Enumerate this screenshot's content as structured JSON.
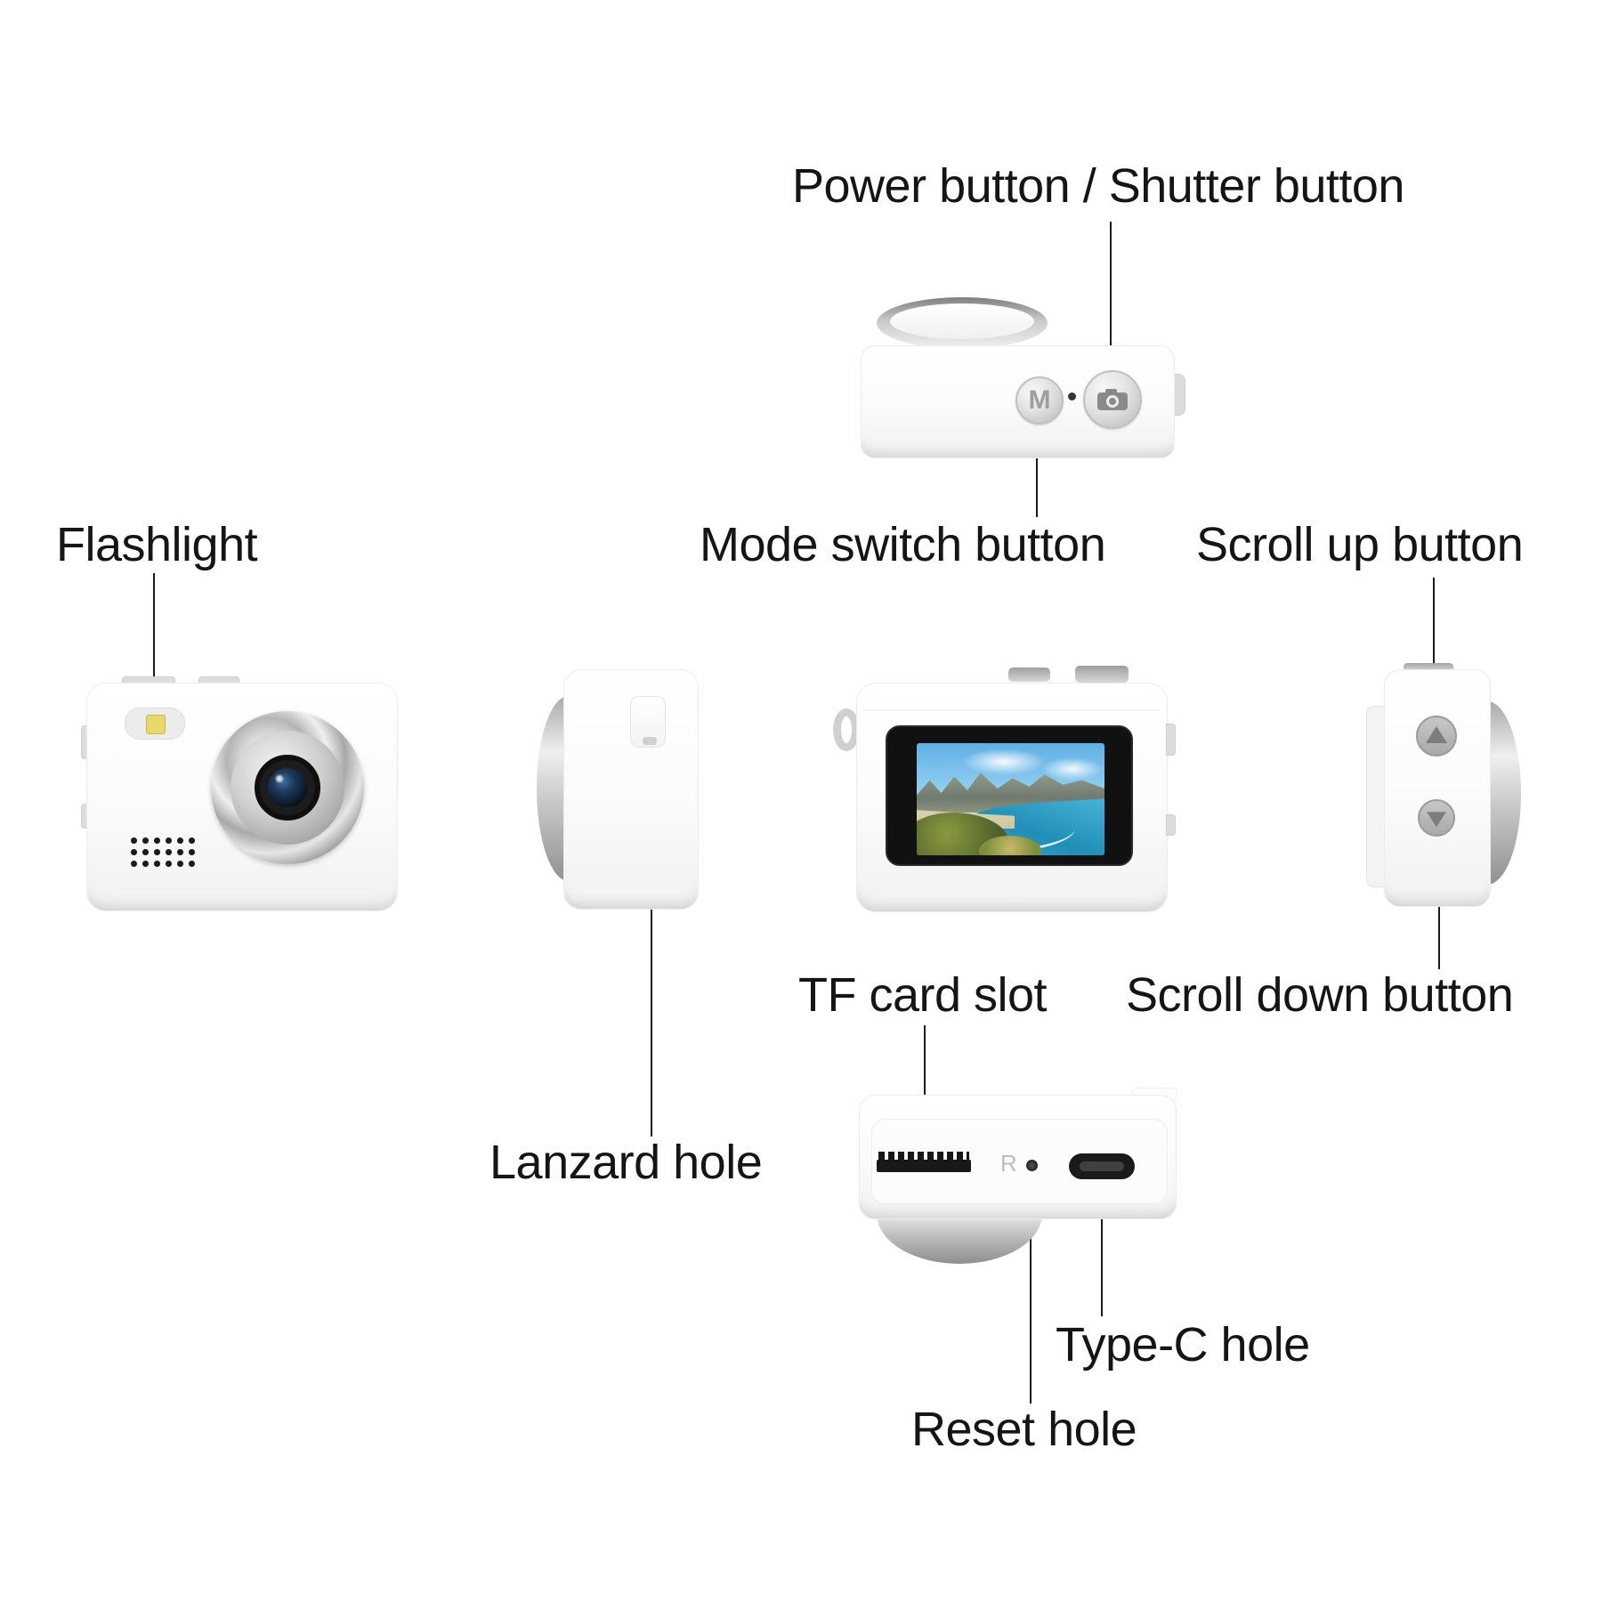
{
  "diagram": {
    "product": "mini digital camera parts diagram",
    "labels": {
      "power_shutter": "Power button / Shutter button",
      "flashlight": "Flashlight",
      "mode_switch": "Mode switch button",
      "scroll_up": "Scroll up button",
      "tf_card": "TF card slot",
      "scroll_down": "Scroll down button",
      "lanzard": "Lanzard hole",
      "type_c": "Type-C hole",
      "reset": "Reset hole"
    },
    "glyphs": {
      "mode_button": "M",
      "reset_marker": "R"
    },
    "icons": {
      "shutter": "camera-icon",
      "scroll_up": "up-triangle-icon",
      "scroll_down": "down-triangle-icon"
    },
    "colors": {
      "label_text": "#151515",
      "leader_line": "#1c1c1c",
      "camera_body": "#fbfbfb",
      "chrome": "#c9c9c9",
      "led_yellow": "#e8d86a",
      "screen_sky": "#5fb0e4",
      "screen_sea": "#1f8fb8",
      "screen_foliage": "#7c8f3a"
    }
  }
}
